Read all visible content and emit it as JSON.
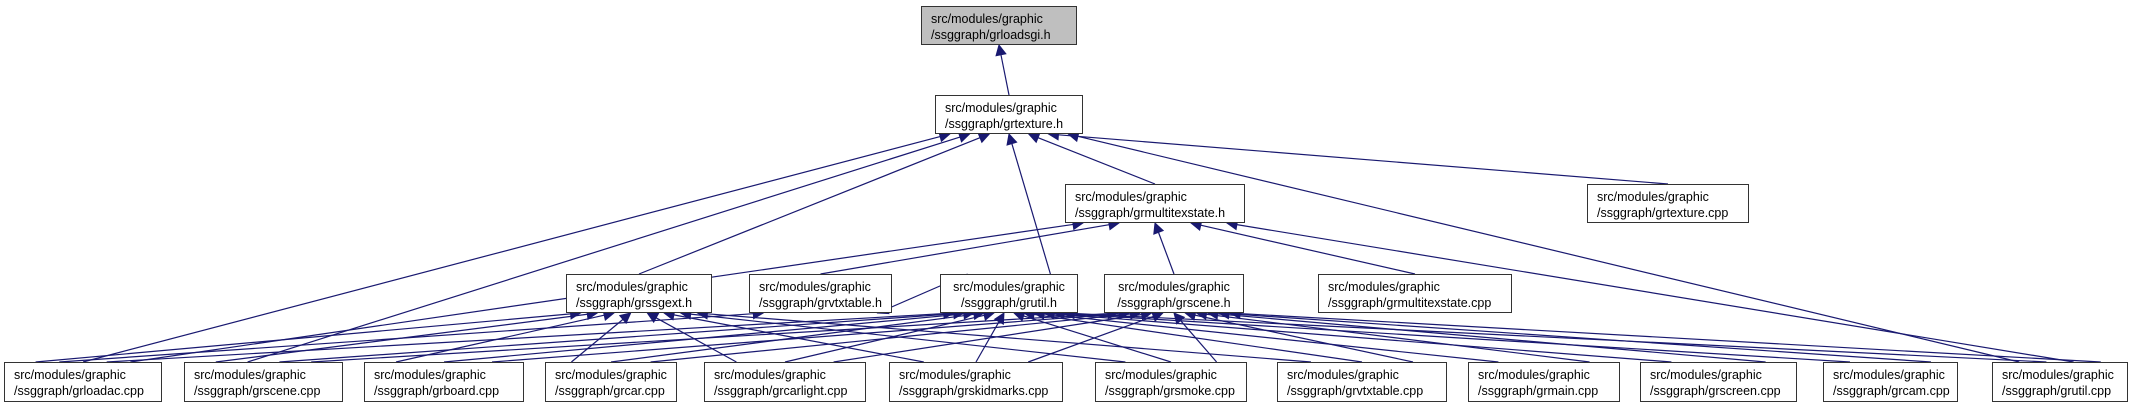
{
  "diagram": {
    "title": "Included-by dependency graph for src/modules/graphic/ssggraph/grloadsgi.h",
    "edge_color": "#191970",
    "root_fill": "#bfbfbf",
    "nodes": [
      {
        "id": "grloadsgi_h",
        "line1": "src/modules/graphic",
        "line2": "/ssggraph/grloadsgi.h",
        "root": true
      },
      {
        "id": "grtexture_h",
        "line1": "src/modules/graphic",
        "line2": "/ssggraph/grtexture.h"
      },
      {
        "id": "grtexture_cpp",
        "line1": "src/modules/graphic",
        "line2": "/ssggraph/grtexture.cpp"
      },
      {
        "id": "grmultitexstate_h",
        "line1": "src/modules/graphic",
        "line2": "/ssggraph/grmultitexstate.h"
      },
      {
        "id": "grssgext_h",
        "line1": "src/modules/graphic",
        "line2": "/ssggraph/grssgext.h"
      },
      {
        "id": "grvtxtable_h",
        "line1": "src/modules/graphic",
        "line2": "/ssggraph/grvtxtable.h"
      },
      {
        "id": "grutil_h",
        "line1": "src/modules/graphic",
        "line2": "/ssggraph/grutil.h"
      },
      {
        "id": "grscene_h",
        "line1": "src/modules/graphic",
        "line2": "/ssggraph/grscene.h"
      },
      {
        "id": "grmultitexstate_cpp",
        "line1": "src/modules/graphic",
        "line2": "/ssggraph/grmultitexstate.cpp"
      },
      {
        "id": "grloadac_cpp",
        "line1": "src/modules/graphic",
        "line2": "/ssggraph/grloadac.cpp"
      },
      {
        "id": "grscene_cpp",
        "line1": "src/modules/graphic",
        "line2": "/ssggraph/grscene.cpp"
      },
      {
        "id": "grboard_cpp",
        "line1": "src/modules/graphic",
        "line2": "/ssggraph/grboard.cpp"
      },
      {
        "id": "grcar_cpp",
        "line1": "src/modules/graphic",
        "line2": "/ssggraph/grcar.cpp"
      },
      {
        "id": "grcarlight_cpp",
        "line1": "src/modules/graphic",
        "line2": "/ssggraph/grcarlight.cpp"
      },
      {
        "id": "grskidmarks_cpp",
        "line1": "src/modules/graphic",
        "line2": "/ssggraph/grskidmarks.cpp"
      },
      {
        "id": "grsmoke_cpp",
        "line1": "src/modules/graphic",
        "line2": "/ssggraph/grsmoke.cpp"
      },
      {
        "id": "grvtxtable_cpp",
        "line1": "src/modules/graphic",
        "line2": "/ssggraph/grvtxtable.cpp"
      },
      {
        "id": "grmain_cpp",
        "line1": "src/modules/graphic",
        "line2": "/ssggraph/grmain.cpp"
      },
      {
        "id": "grscreen_cpp",
        "line1": "src/modules/graphic",
        "line2": "/ssggraph/grscreen.cpp"
      },
      {
        "id": "grcam_cpp",
        "line1": "src/modules/graphic",
        "line2": "/ssggraph/grcam.cpp"
      },
      {
        "id": "grutil_cpp",
        "line1": "src/modules/graphic",
        "line2": "/ssggraph/grutil.cpp"
      }
    ],
    "edges": [
      [
        "grtexture_h",
        "grloadsgi_h"
      ],
      [
        "grtexture_cpp",
        "grtexture_h"
      ],
      [
        "grmultitexstate_h",
        "grtexture_h"
      ],
      [
        "grssgext_h",
        "grtexture_h"
      ],
      [
        "grutil_h",
        "grtexture_h"
      ],
      [
        "grloadac_cpp",
        "grtexture_h"
      ],
      [
        "grscene_cpp",
        "grtexture_h"
      ],
      [
        "grutil_cpp",
        "grtexture_h"
      ],
      [
        "grvtxtable_h",
        "grmultitexstate_h"
      ],
      [
        "grscene_h",
        "grmultitexstate_h"
      ],
      [
        "grmultitexstate_cpp",
        "grmultitexstate_h"
      ],
      [
        "grloadac_cpp",
        "grmultitexstate_h"
      ],
      [
        "grutil_cpp",
        "grmultitexstate_h"
      ],
      [
        "grloadac_cpp",
        "grssgext_h"
      ],
      [
        "grscene_cpp",
        "grssgext_h"
      ],
      [
        "grboard_cpp",
        "grssgext_h"
      ],
      [
        "grcar_cpp",
        "grssgext_h"
      ],
      [
        "grcarlight_cpp",
        "grssgext_h"
      ],
      [
        "grskidmarks_cpp",
        "grssgext_h"
      ],
      [
        "grsmoke_cpp",
        "grssgext_h"
      ],
      [
        "grvtxtable_cpp",
        "grssgext_h"
      ],
      [
        "grutil_h",
        "grvtxtable_h"
      ],
      [
        "grloadac_cpp",
        "grvtxtable_h"
      ],
      [
        "grloadac_cpp",
        "grutil_h"
      ],
      [
        "grscene_cpp",
        "grutil_h"
      ],
      [
        "grboard_cpp",
        "grutil_h"
      ],
      [
        "grcar_cpp",
        "grutil_h"
      ],
      [
        "grcarlight_cpp",
        "grutil_h"
      ],
      [
        "grskidmarks_cpp",
        "grutil_h"
      ],
      [
        "grsmoke_cpp",
        "grutil_h"
      ],
      [
        "grvtxtable_cpp",
        "grutil_h"
      ],
      [
        "grmain_cpp",
        "grutil_h"
      ],
      [
        "grscreen_cpp",
        "grutil_h"
      ],
      [
        "grcam_cpp",
        "grutil_h"
      ],
      [
        "grutil_cpp",
        "grutil_h"
      ],
      [
        "grscene_cpp",
        "grscene_h"
      ],
      [
        "grcar_cpp",
        "grscene_h"
      ],
      [
        "grcarlight_cpp",
        "grscene_h"
      ],
      [
        "grskidmarks_cpp",
        "grscene_h"
      ],
      [
        "grsmoke_cpp",
        "grscene_h"
      ],
      [
        "grvtxtable_cpp",
        "grscene_h"
      ],
      [
        "grmain_cpp",
        "grscene_h"
      ],
      [
        "grscreen_cpp",
        "grscene_h"
      ],
      [
        "grcam_cpp",
        "grscene_h"
      ],
      [
        "grutil_cpp",
        "grscene_h"
      ],
      [
        "grboard_cpp",
        "grscene_h"
      ]
    ]
  }
}
